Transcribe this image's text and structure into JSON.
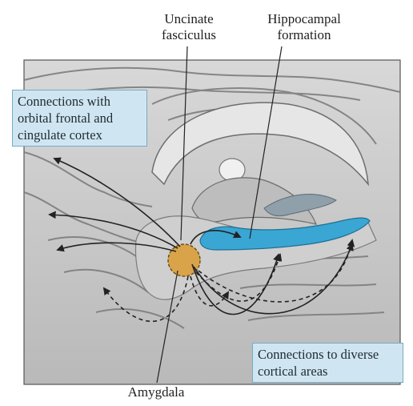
{
  "labels": {
    "uncinate": "Uncinate\nfasciculus",
    "hippocampal": "Hippocampal\nformation",
    "amygdala": "Amygdala"
  },
  "boxes": {
    "orbital": "Connections with\norbital frontal and\ncingulate cortex",
    "cortical": "Connections to diverse\ncortical areas"
  },
  "colors": {
    "background": "#ffffff",
    "brain": "#c9c9c9",
    "brain_shadow": "#9a9a9a",
    "hippocampus": "#3aa6d3",
    "amygdala": "#d9a34a",
    "box_fill": "#cfe6f2"
  }
}
